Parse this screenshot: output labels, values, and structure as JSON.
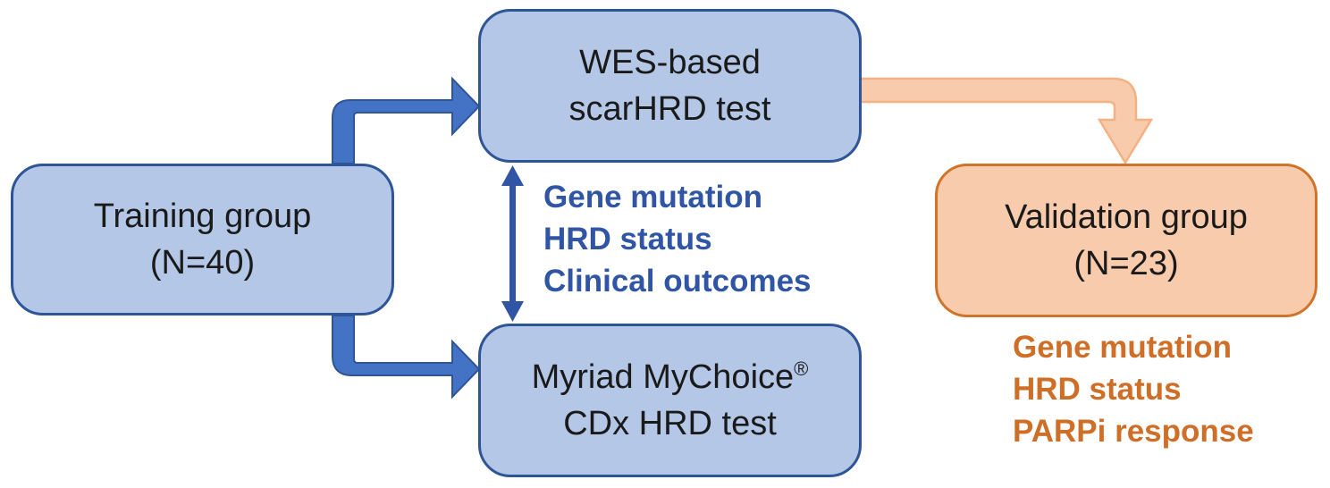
{
  "boxes": {
    "training": {
      "line1": "Training group",
      "line2": "(N=40)"
    },
    "wes": {
      "line1": "WES-based",
      "line2": "scarHRD test"
    },
    "myriad": {
      "line1": "Myriad MyChoice",
      "line1_sup": "®",
      "line2": "CDx HRD test"
    },
    "validation": {
      "line1": "Validation group",
      "line2": "(N=23)"
    }
  },
  "comparison_labels": [
    "Gene mutation",
    "HRD status",
    "Clinical outcomes"
  ],
  "validation_labels": [
    "Gene mutation",
    "HRD status",
    "PARPi response"
  ],
  "colors": {
    "blue_fill": "#b4c7e7",
    "blue_border": "#2e5597",
    "blue_arrow": "#4472c4",
    "blue_text": "#2f55a4",
    "orange_fill": "#f8cbad",
    "orange_border": "#d0742c",
    "orange_arrow_fill": "#f8cbad",
    "orange_arrow_border": "#f4b183",
    "orange_text": "#cf6e26"
  }
}
